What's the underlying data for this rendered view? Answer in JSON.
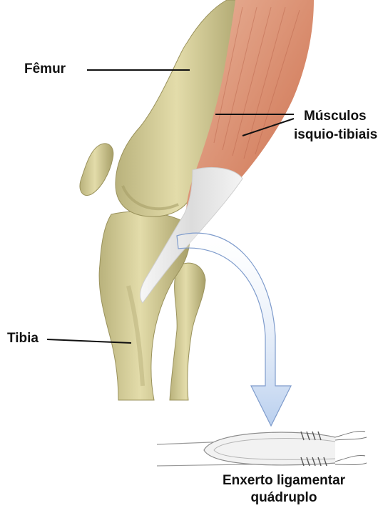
{
  "labels": {
    "femur": "Fêmur",
    "hamstrings_line1": "Músculos",
    "hamstrings_line2": "isquio-tibiais",
    "tibia": "Tibia",
    "graft_line1": "Enxerto ligamentar",
    "graft_line2": "quádruplo"
  },
  "colors": {
    "bone": "#d9d39f",
    "bone_shadow": "#a9a06a",
    "muscle": "#d88a6c",
    "tendon": "#eeeeee",
    "arrow": "#c9d9ef",
    "leader_line": "#111111"
  }
}
